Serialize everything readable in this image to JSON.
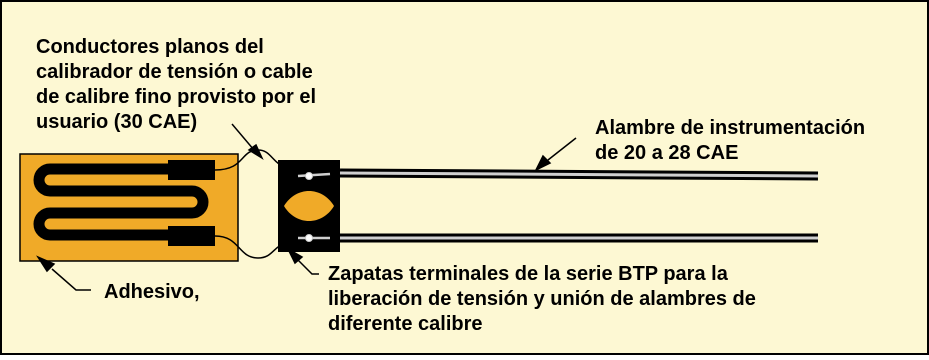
{
  "colors": {
    "background": "#fdf8d3",
    "frame": "#000000",
    "gauge_orange": "#f0aa28",
    "terminal_black": "#000000",
    "wire_gray": "#cccccc"
  },
  "icons": {
    "strain_gauge": "strain-gauge-icon",
    "terminal": "btp-terminal-icon"
  },
  "labels": {
    "conductors": [
      "Conductores planos del",
      "calibrador de tensión o cable",
      "de calibre fino provisto por el",
      "usuario (30 CAE)"
    ],
    "instrumentation_wire": [
      "Alambre de instrumentación",
      "de 20 a 28 CAE"
    ],
    "adhesive": "Adhesivo,",
    "terminals": [
      "Zapatas terminales de la serie BTP para la",
      "liberación de tensión y unión de alambres de",
      "diferente calibre"
    ]
  }
}
